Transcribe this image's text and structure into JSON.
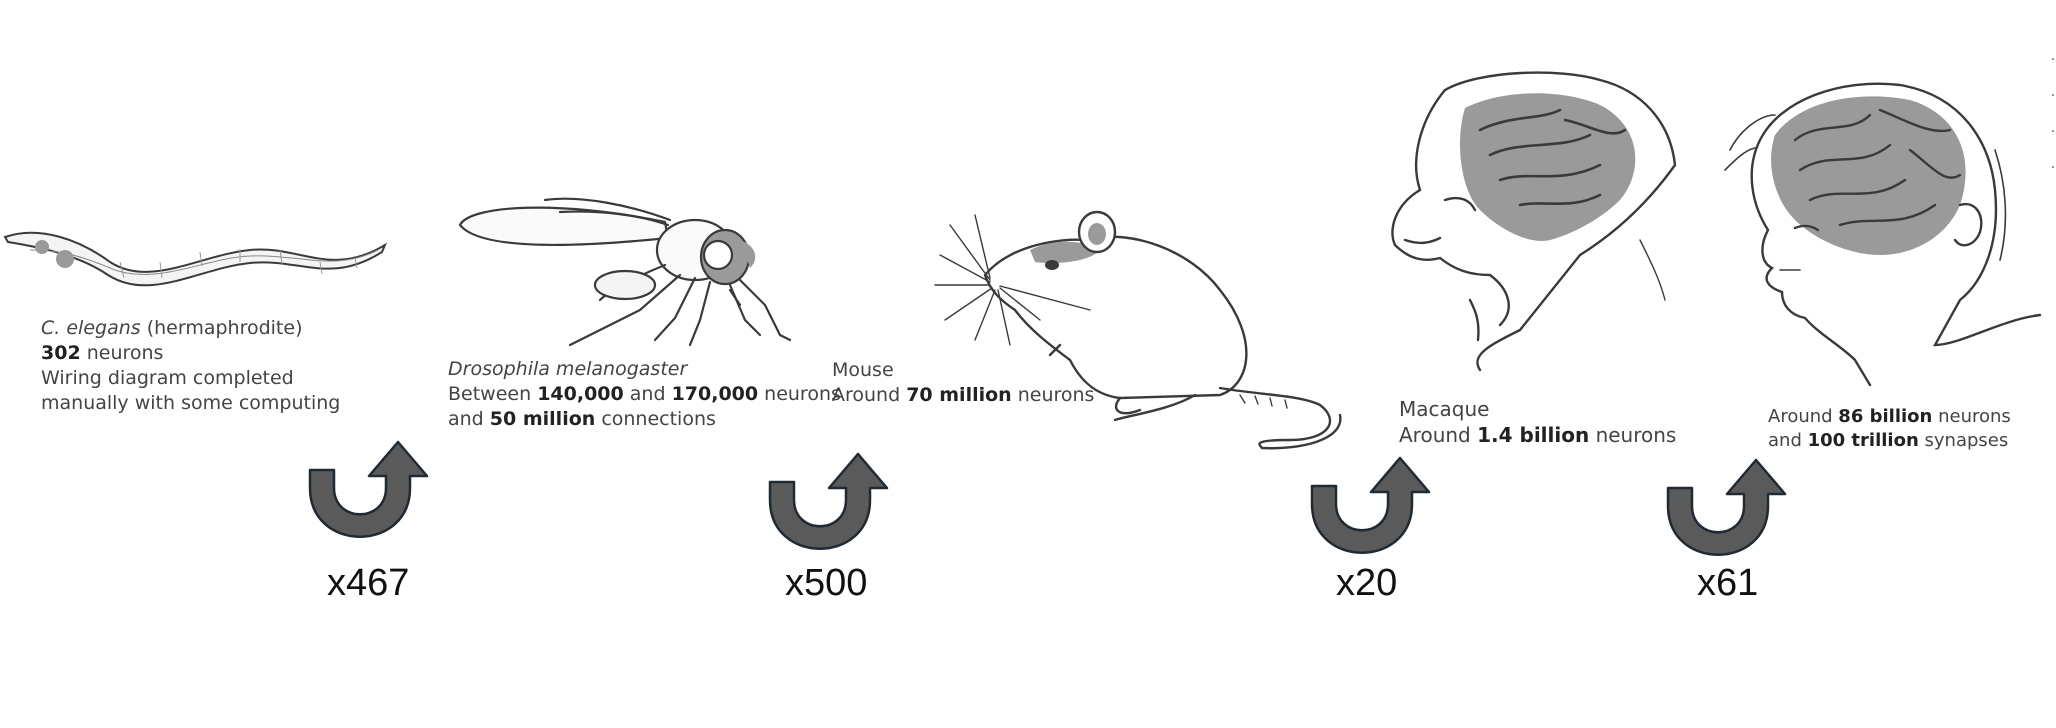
{
  "organisms": [
    {
      "name": "C. elegans",
      "name_suffix": " (hermaphrodite)",
      "neurons_value": "302",
      "neurons_suffix": " neurons",
      "note_line1": "Wiring diagram completed",
      "note_line2": "manually with some computing",
      "icon": "worm-icon"
    },
    {
      "name": "Drosophila melanogaster",
      "pre": "Between ",
      "value_low": "140,000",
      "mid": " and ",
      "value_high": "170,000",
      "suffix": " neurons",
      "line2_pre": "and ",
      "connections_value": "50 million",
      "connections_suffix": " connections",
      "icon": "fly-icon"
    },
    {
      "name": "Mouse",
      "pre": "Around ",
      "value": "70 million",
      "suffix": " neurons",
      "icon": "mouse-icon"
    },
    {
      "name": "Macaque",
      "pre": "Around ",
      "value": "1.4 billion",
      "suffix": " neurons",
      "icon": "macaque-icon"
    },
    {
      "name": "",
      "pre": "Around ",
      "value": "86 billion",
      "suffix": " neurons",
      "line2_pre": "and ",
      "synapses_value": "100 trillion",
      "synapses_suffix": " synapses",
      "icon": "human-child-icon"
    }
  ],
  "multipliers": [
    {
      "label": "x467",
      "icon": "curved-arrow-icon"
    },
    {
      "label": "x500",
      "icon": "curved-arrow-icon"
    },
    {
      "label": "x20",
      "icon": "curved-arrow-icon"
    },
    {
      "label": "x61",
      "icon": "curved-arrow-icon"
    }
  ],
  "colors": {
    "arrow_fill": "#5a5a5a",
    "arrow_outline": "#1f2a33",
    "line_art": "#3a3a3a",
    "brain_shade": "#9a9a9a",
    "caption_text": "#444444",
    "multiplier_text": "#111111"
  }
}
